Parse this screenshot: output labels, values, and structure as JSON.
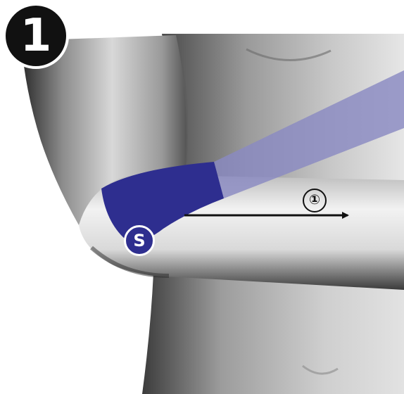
{
  "step": {
    "number": "1"
  },
  "tape": {
    "start_marker": "S",
    "applied_color": "#2e2e8f",
    "unapplied_color": "#8a8ac2"
  },
  "direction": {
    "label": "①"
  }
}
